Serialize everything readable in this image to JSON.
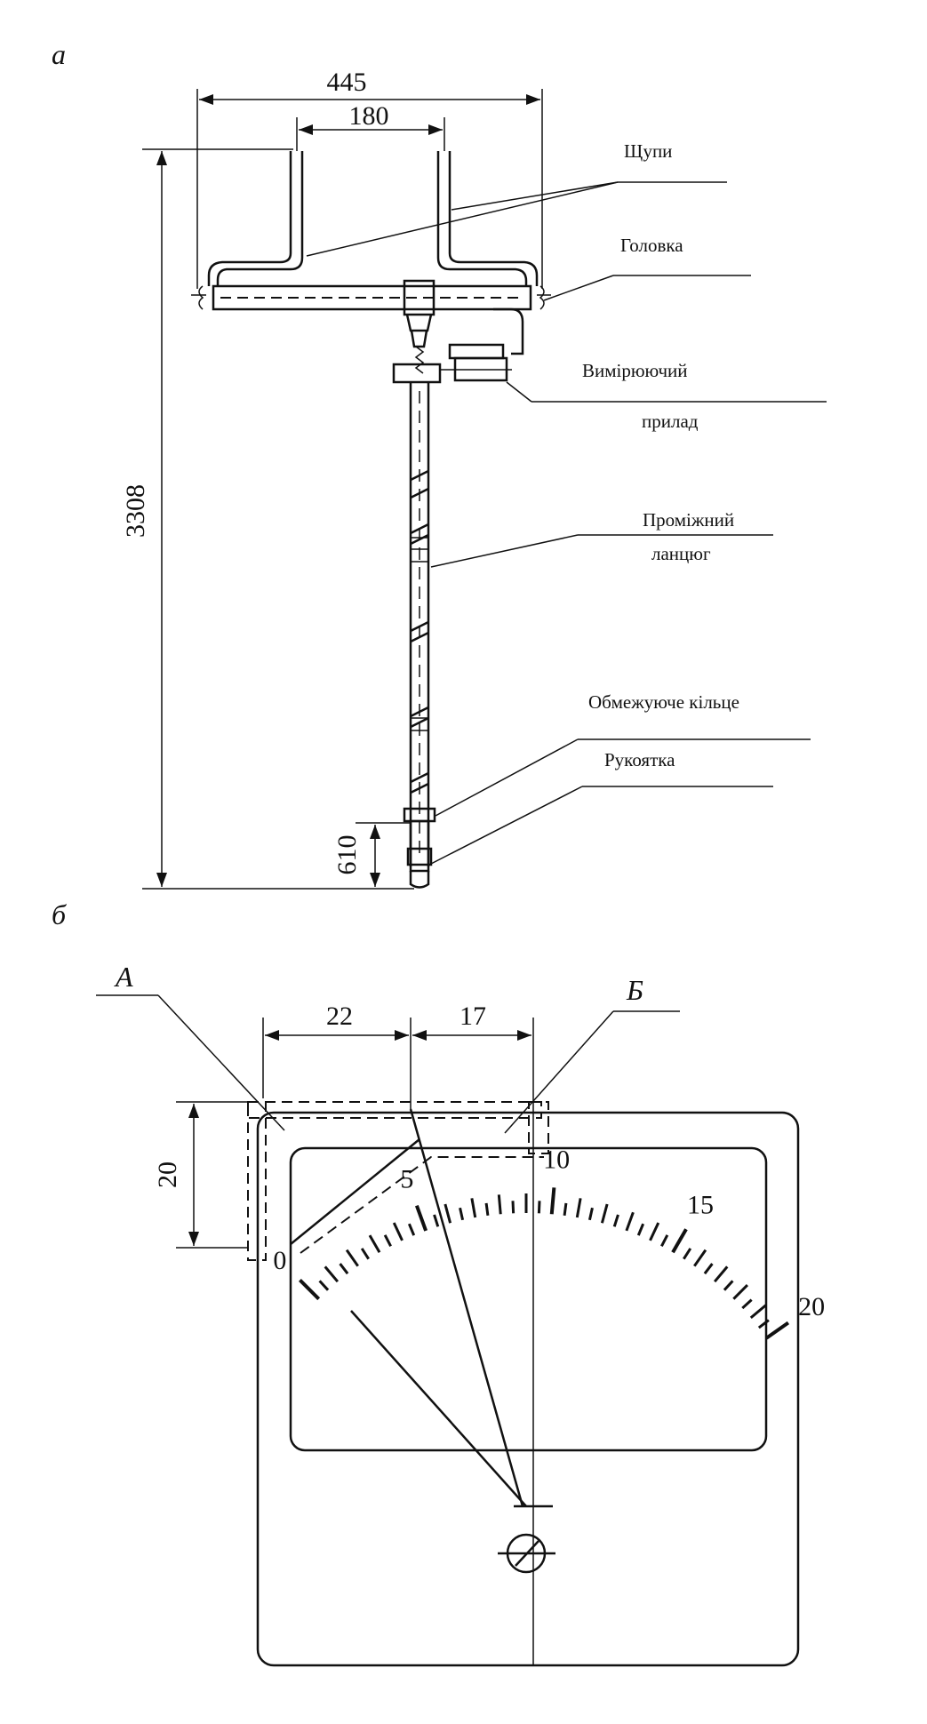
{
  "panel_a": {
    "letter": "а",
    "dims": {
      "total_width": "445",
      "probe_gap": "180",
      "total_height": "3308",
      "handle_height": "610"
    },
    "labels": {
      "probes": "Щупи",
      "head": "Головка",
      "meter_1": "Вимірюючий",
      "meter_2": "прилад",
      "chain_1": "Проміжний",
      "chain_2": "ланцюг",
      "ring": "Обмежуюче кільце",
      "handle": "Рукоятка"
    }
  },
  "panel_b": {
    "letter": "б",
    "marker_a": "А",
    "marker_b": "Б",
    "dims": {
      "left": "22",
      "right": "17",
      "height": "20"
    },
    "scale": {
      "min": 0,
      "max": 20,
      "major_step": 5,
      "minor_step": 0.5,
      "labels": [
        "0",
        "5",
        "10",
        "15",
        "20"
      ]
    }
  }
}
